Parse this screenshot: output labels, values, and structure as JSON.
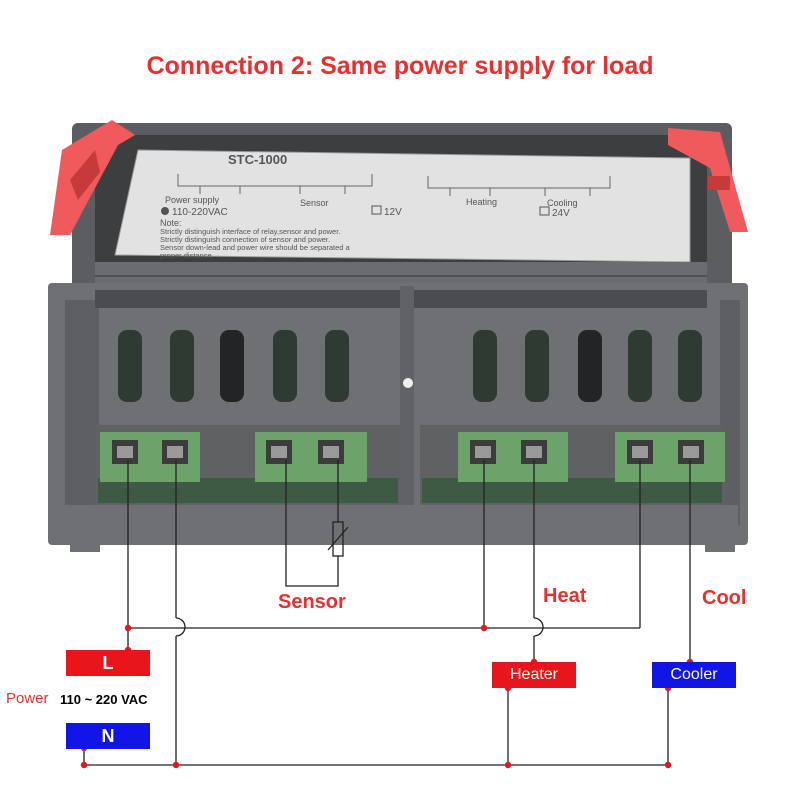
{
  "title": "Connection 2:  Same power supply for load",
  "product": {
    "model": "STC-1000",
    "col_power_supply": "Power supply",
    "col_sensor": "Sensor",
    "col_heating": "Heating",
    "col_cooling": "Cooling",
    "voltage_110_220": "110-220VAC",
    "voltage_12": "12V",
    "voltage_24": "24V",
    "note_title": "Note:",
    "note_line1": "Strictly distinguish interface of relay,sensor and power.",
    "note_line2": "Strictly distinguish connection of sensor and power.",
    "note_line3": "Sensor down-lead and power wire should be separated a",
    "note_line4": "proper distance."
  },
  "labels": {
    "sensor": "Sensor",
    "heat": "Heat",
    "cool": "Cool",
    "power_word": "Power",
    "power_range": "110 ~ 220 VAC",
    "line": "L",
    "neutral": "N",
    "heater": "Heater",
    "cooler": "Cooler"
  },
  "colors": {
    "title_red": "#e8312e",
    "box_red": "#e8151b",
    "box_blue": "#1116e6",
    "housing_gray": "#6a6c70",
    "terminal_green": "#6ba36b",
    "clip_red": "#f05a5c",
    "junction_red": "#e8151b"
  }
}
